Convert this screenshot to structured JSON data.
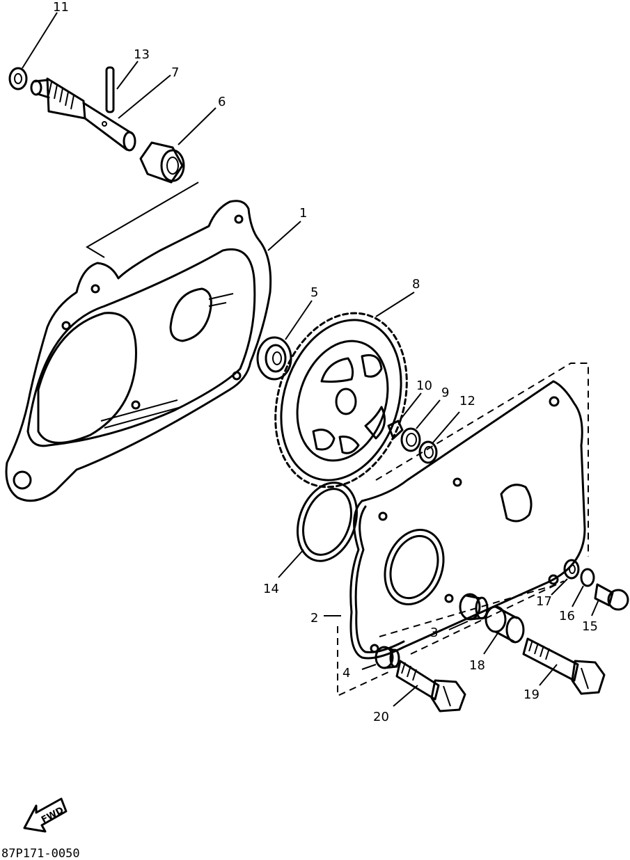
{
  "drawing_code": "87P171-0050",
  "fwd_label": "FWD",
  "callouts": [
    {
      "id": "c11",
      "text": "11"
    },
    {
      "id": "c13",
      "text": "13"
    },
    {
      "id": "c7",
      "text": "7"
    },
    {
      "id": "c6",
      "text": "6"
    },
    {
      "id": "c1",
      "text": "1"
    },
    {
      "id": "c5",
      "text": "5"
    },
    {
      "id": "c8",
      "text": "8"
    },
    {
      "id": "c10",
      "text": "10"
    },
    {
      "id": "c9",
      "text": "9"
    },
    {
      "id": "c12",
      "text": "12"
    },
    {
      "id": "c14",
      "text": "14"
    },
    {
      "id": "c2",
      "text": "2"
    },
    {
      "id": "c17",
      "text": "17"
    },
    {
      "id": "c16",
      "text": "16"
    },
    {
      "id": "c15",
      "text": "15"
    },
    {
      "id": "c3",
      "text": "3"
    },
    {
      "id": "c18",
      "text": "18"
    },
    {
      "id": "c4",
      "text": "4"
    },
    {
      "id": "c19",
      "text": "19"
    },
    {
      "id": "c20",
      "text": "20"
    }
  ]
}
